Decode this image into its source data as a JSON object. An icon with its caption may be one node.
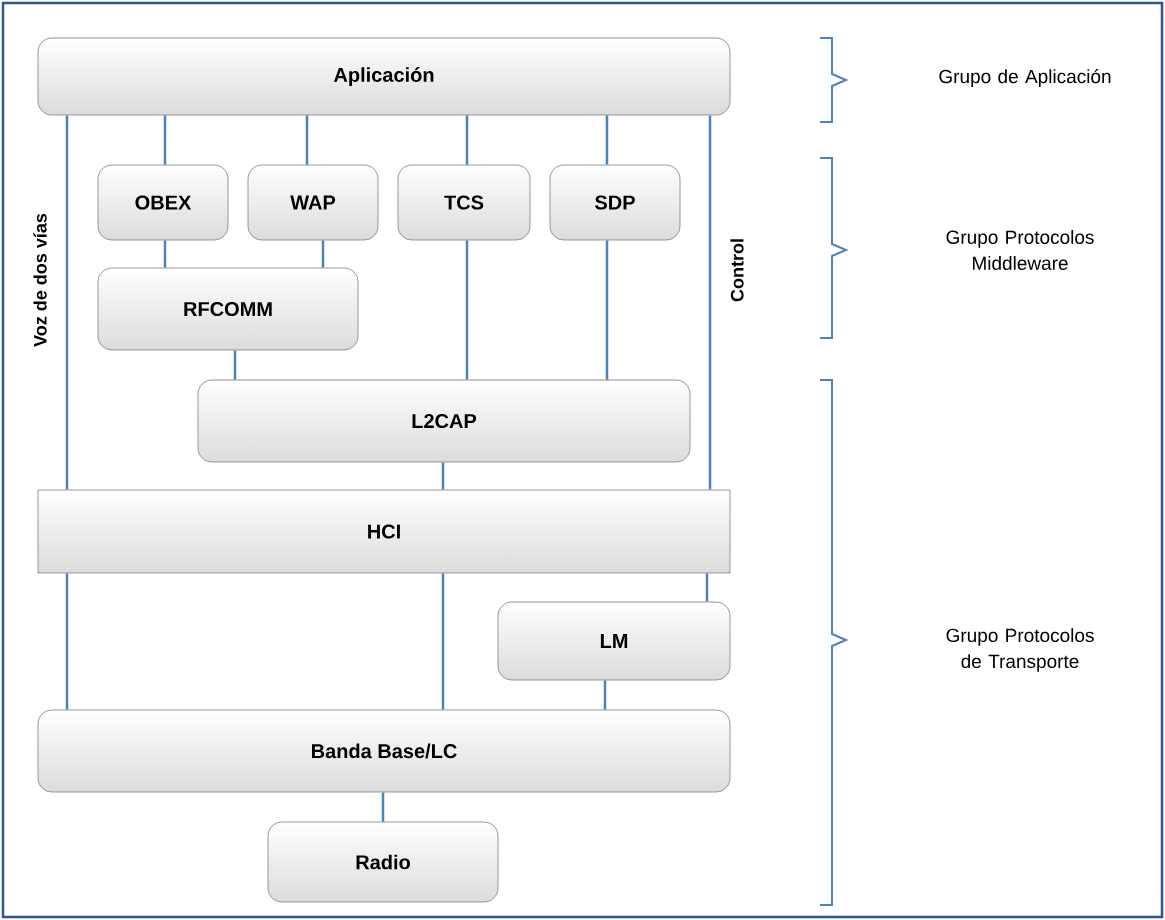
{
  "diagram": {
    "nodes": [
      {
        "text": [
          "Aplicación"
        ]
      },
      {
        "text": [
          "OBEX"
        ]
      },
      {
        "text": [
          "WAP"
        ]
      },
      {
        "text": [
          "TCS"
        ]
      },
      {
        "text": [
          "SDP"
        ]
      },
      {
        "text": [
          "RFCOMM"
        ]
      },
      {
        "text": [
          "L2CAP"
        ]
      },
      {
        "text": [
          "HCI"
        ]
      },
      {
        "text": [
          "LM"
        ]
      },
      {
        "text": [
          "Banda Base/LC"
        ]
      },
      {
        "text": [
          "Radio"
        ]
      }
    ],
    "edges": [
      {
        "from": 0,
        "to": 7,
        "arrow": "none",
        "label": "Voz de dos vías"
      },
      {
        "from": 0,
        "to": 1,
        "arrow": "none"
      },
      {
        "from": 0,
        "to": 2,
        "arrow": "none"
      },
      {
        "from": 0,
        "to": 3,
        "arrow": "none"
      },
      {
        "from": 0,
        "to": 4,
        "arrow": "none"
      },
      {
        "from": 0,
        "to": 7,
        "arrow": "none",
        "label": "Control"
      },
      {
        "from": 1,
        "to": 5,
        "arrow": "none"
      },
      {
        "from": 2,
        "to": 5,
        "arrow": "none"
      },
      {
        "from": 5,
        "to": 6,
        "arrow": "none"
      },
      {
        "from": 3,
        "to": 6,
        "arrow": "none"
      },
      {
        "from": 4,
        "to": 6,
        "arrow": "none"
      },
      {
        "from": 6,
        "to": 7,
        "arrow": "none"
      },
      {
        "from": 7,
        "to": 9,
        "arrow": "none"
      },
      {
        "from": 7,
        "to": 9,
        "arrow": "none"
      },
      {
        "from": 7,
        "to": 8,
        "arrow": "none"
      },
      {
        "from": 8,
        "to": 9,
        "arrow": "none"
      },
      {
        "from": 9,
        "to": 10,
        "arrow": "none"
      }
    ],
    "labels": [
      "Grupo de Aplicación",
      "Grupo Protocolos Middleware",
      "Grupo Protocolos de Transporte"
    ]
  }
}
